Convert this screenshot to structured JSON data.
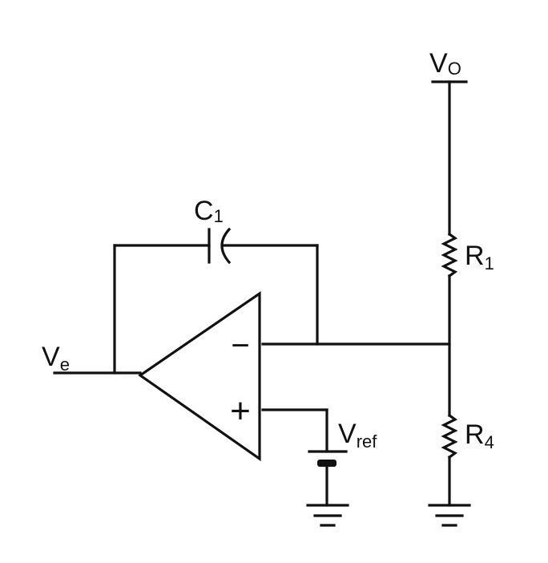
{
  "diagram": {
    "labels": {
      "vo": {
        "main": "V",
        "sub": "O"
      },
      "c1": {
        "main": "C",
        "sub": "1"
      },
      "r1": {
        "main": "R",
        "sub": "1"
      },
      "r4": {
        "main": "R",
        "sub": "4"
      },
      "ve": {
        "main": "V",
        "sub": "e"
      },
      "vref": {
        "main": "V",
        "sub": "ref"
      }
    },
    "opamp": {
      "inverting_symbol": "−",
      "noninverting_symbol": "+"
    },
    "colors": {
      "ink": "#111111",
      "background": "#ffffff"
    }
  }
}
